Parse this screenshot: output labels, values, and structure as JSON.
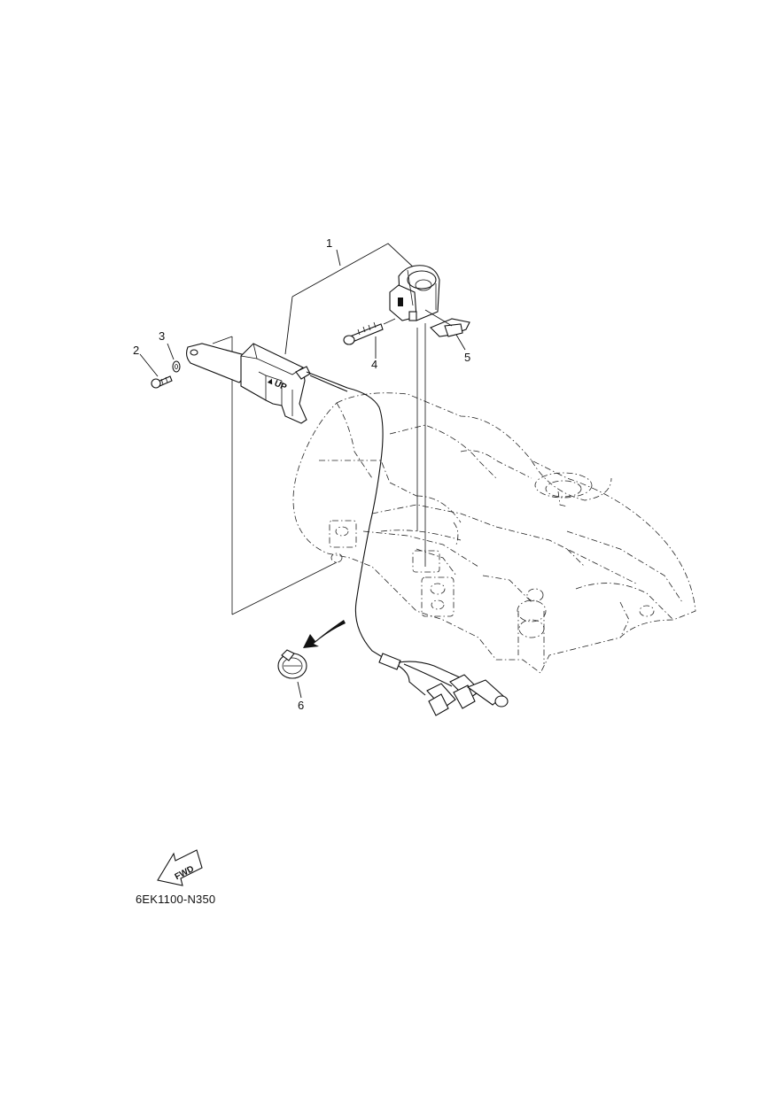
{
  "diagram": {
    "callouts": [
      {
        "id": "1",
        "label": "1"
      },
      {
        "id": "2",
        "label": "2"
      },
      {
        "id": "3",
        "label": "3"
      },
      {
        "id": "4",
        "label": "4"
      },
      {
        "id": "5",
        "label": "5"
      },
      {
        "id": "6",
        "label": "6"
      }
    ],
    "switch_marking": "▲UP",
    "fwd_label": "FWD",
    "part_code": "6EK1100-N350"
  }
}
